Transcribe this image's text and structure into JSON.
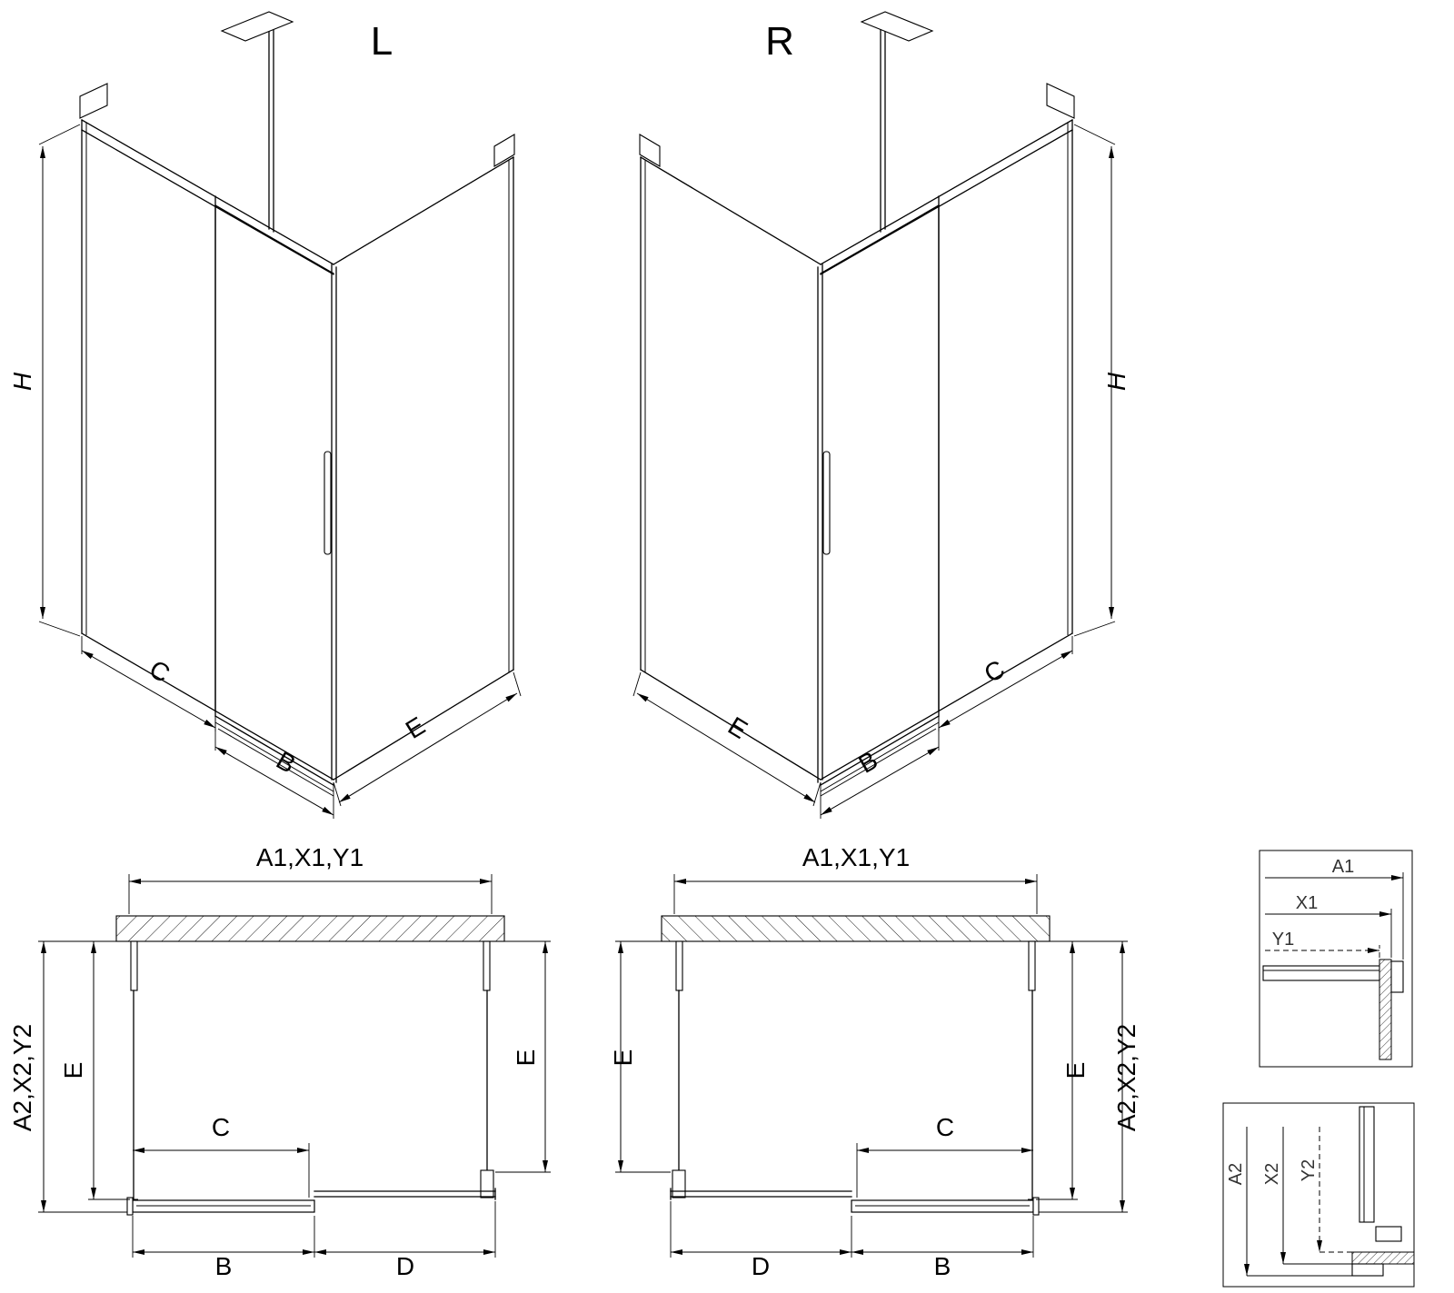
{
  "diagram": {
    "variant_left_label": "L",
    "variant_right_label": "R",
    "iso_left": {
      "height": "H",
      "fixed": "C",
      "door": "B",
      "side": "E"
    },
    "iso_right": {
      "height": "H",
      "fixed": "C",
      "door": "B",
      "side": "E"
    },
    "plan_left": {
      "width": "A1,X1,Y1",
      "depth_outer": "A2,X2,Y2",
      "depth_left": "E",
      "depth_right": "E",
      "opening": "C",
      "door": "B",
      "fixed": "D"
    },
    "plan_right": {
      "width": "A1,X1,Y1",
      "depth_outer": "A2,X2,Y2",
      "depth_left": "E",
      "depth_right": "E",
      "opening": "C",
      "door": "B",
      "fixed": "D"
    },
    "detail_top": {
      "a": "A1",
      "x": "X1",
      "y": "Y1"
    },
    "detail_bottom": {
      "a": "A2",
      "x": "X2",
      "y": "Y2"
    }
  }
}
